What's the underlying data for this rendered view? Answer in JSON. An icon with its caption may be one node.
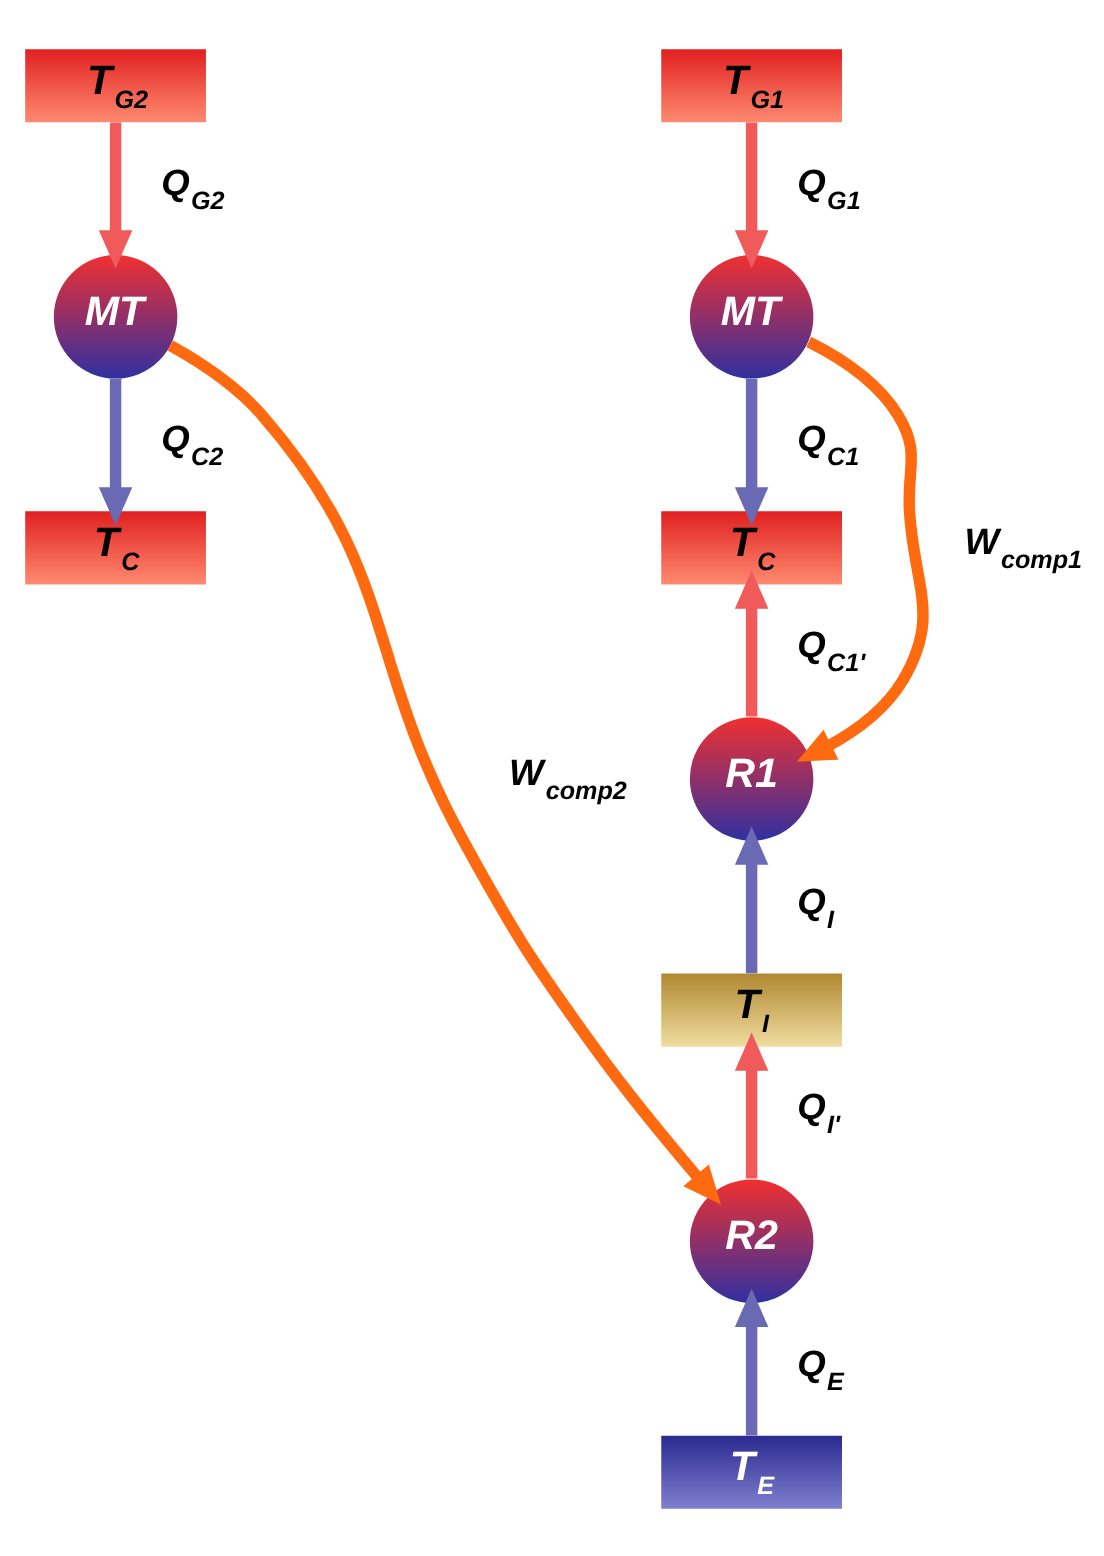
{
  "diagram": {
    "nodes": [
      {
        "text": [
          "T$_{G2}$"
        ]
      },
      {
        "text": [
          "MT"
        ]
      },
      {
        "text": [
          "T$_{C}$"
        ]
      },
      {
        "text": [
          "T$_{G1}$"
        ]
      },
      {
        "text": [
          "MT"
        ]
      },
      {
        "text": [
          "T$_{C}$"
        ]
      },
      {
        "text": [
          "R1"
        ]
      },
      {
        "text": [
          "T$_{I}$"
        ]
      },
      {
        "text": [
          "R2"
        ]
      },
      {
        "text": [
          "T$_{E}$"
        ]
      }
    ],
    "edges": [
      {
        "from": 0,
        "to": 1,
        "arrow": "to",
        "label": "Q$_{G2}$",
        "color": "#f05a5a"
      },
      {
        "from": 1,
        "to": 2,
        "arrow": "to",
        "label": "Q$_{C2}$",
        "color": "#6a6ab4"
      },
      {
        "from": 1,
        "to": 8,
        "arrow": "to",
        "label": "W$_{comp2}$",
        "color": "#ff6a10"
      },
      {
        "from": 3,
        "to": 4,
        "arrow": "to",
        "label": "Q$_{G1}$",
        "color": "#f05a5a"
      },
      {
        "from": 4,
        "to": 5,
        "arrow": "to",
        "label": "Q$_{C1}$",
        "color": "#6a6ab4"
      },
      {
        "from": 4,
        "to": 6,
        "arrow": "to",
        "label": "W$_{comp1}$",
        "color": "#ff6a10"
      },
      {
        "from": 6,
        "to": 5,
        "arrow": "to",
        "label": "Q$_{C1'}$",
        "color": "#f05a5a"
      },
      {
        "from": 7,
        "to": 6,
        "arrow": "to",
        "label": "Q$_{I}$",
        "color": "#6a6ab4"
      },
      {
        "from": 8,
        "to": 7,
        "arrow": "to",
        "label": "Q$_{I'}$",
        "color": "#f05a5a"
      },
      {
        "from": 9,
        "to": 8,
        "arrow": "to",
        "label": "Q$_{E}$",
        "color": "#6a6ab4"
      }
    ]
  }
}
